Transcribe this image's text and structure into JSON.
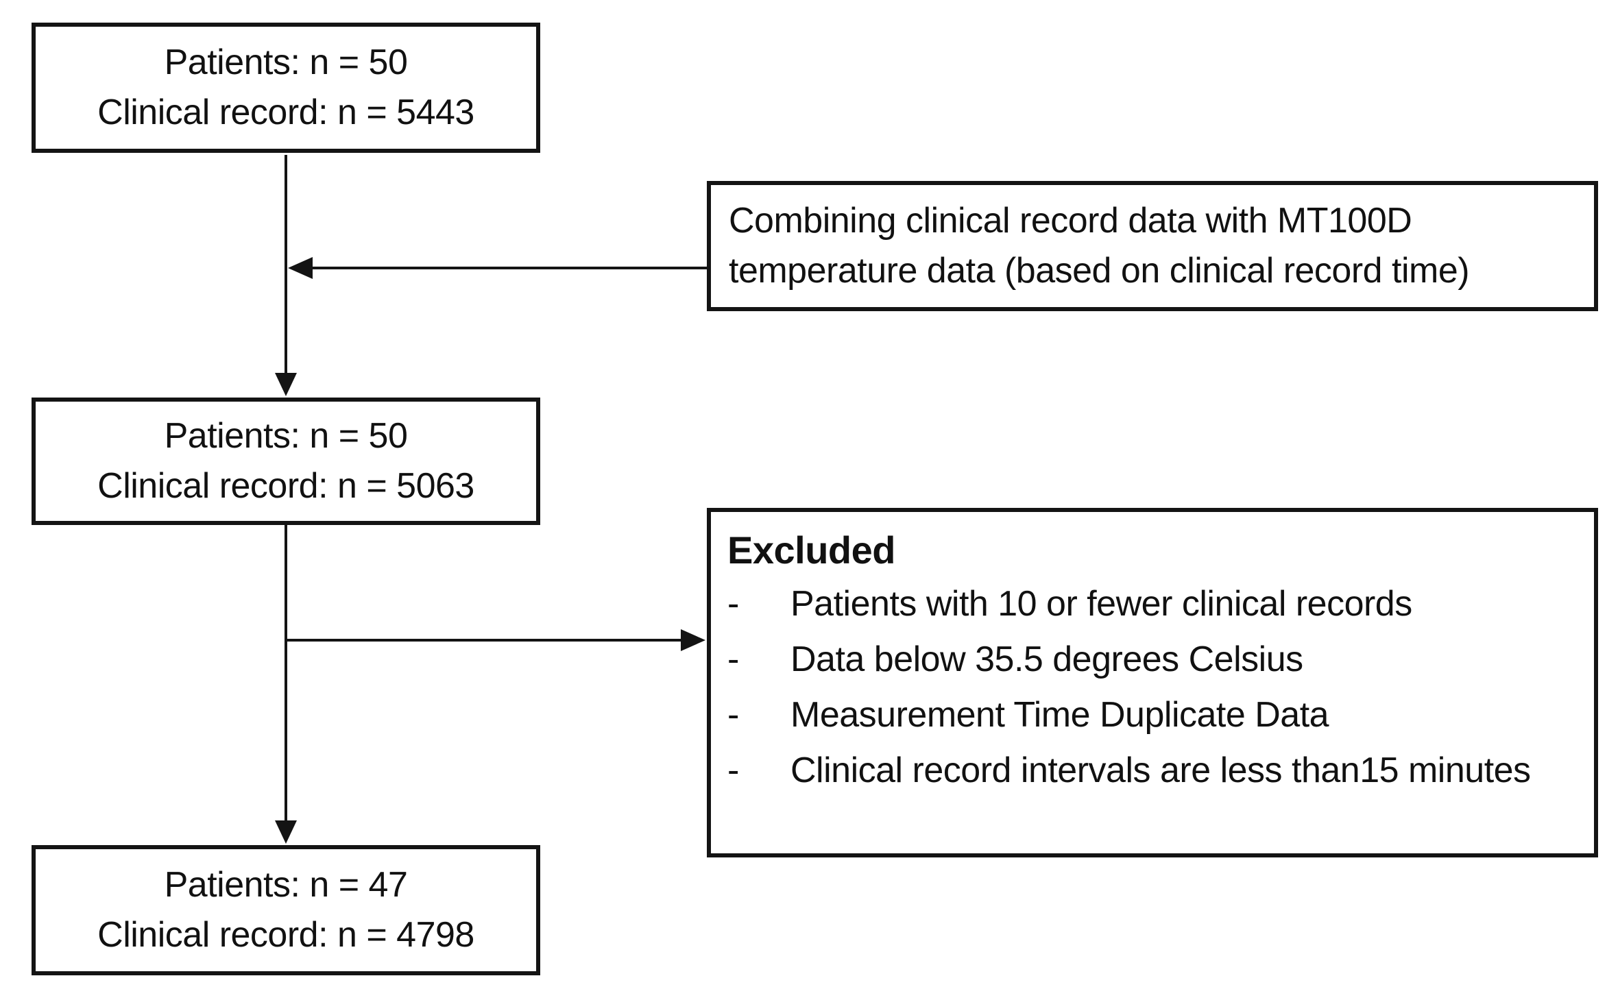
{
  "flow": {
    "colors": {
      "line": "#141414",
      "box_border": "#141414",
      "text": "#111111",
      "box_background": "#ffffff",
      "page_background": "#ffffff"
    },
    "box_top": {
      "line1": "Patients: n = 50",
      "line2": "Clinical record: n = 5443"
    },
    "process_box": {
      "line1": "Combining clinical record data with MT100D",
      "line2": "temperature data (based on clinical record time)"
    },
    "box_middle": {
      "line1": "Patients: n = 50",
      "line2": "Clinical record: n = 5063"
    },
    "excluded_box": {
      "title": "Excluded",
      "bullet": "-",
      "items": [
        "Patients with 10 or fewer clinical records",
        "Data below 35.5 degrees Celsius",
        "Measurement Time Duplicate Data",
        "Clinical record intervals are less than15 minutes"
      ]
    },
    "box_bottom": {
      "line1": "Patients: n = 47",
      "line2": "Clinical record: n = 4798"
    }
  }
}
